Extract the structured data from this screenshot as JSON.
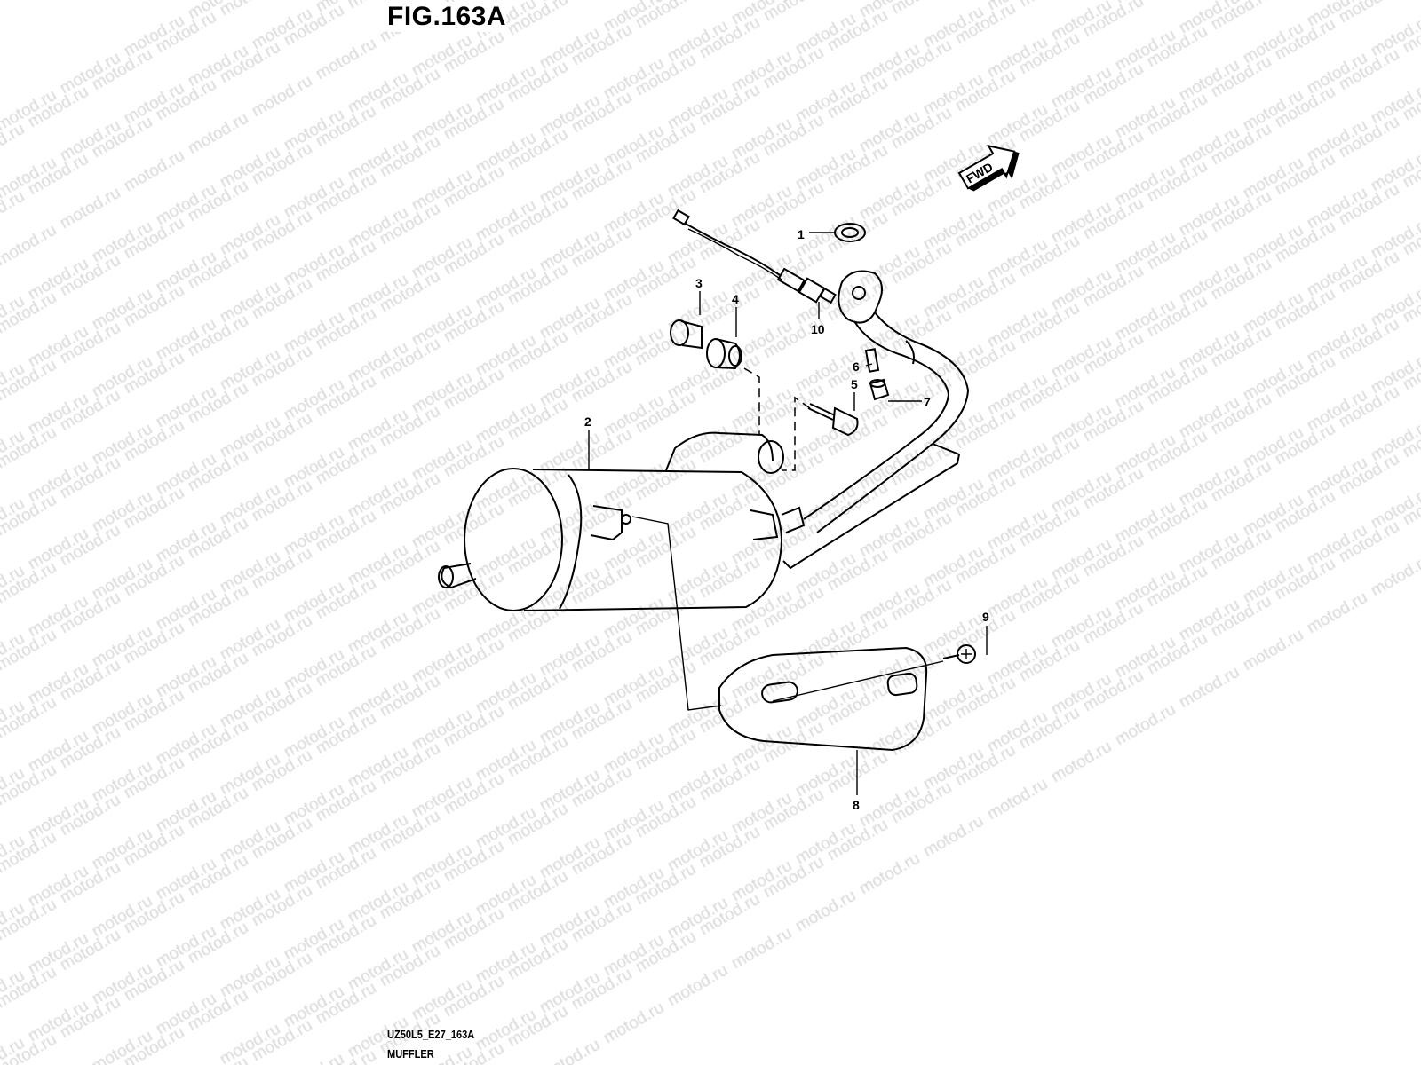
{
  "figure": {
    "title": "FIG.163A",
    "code": "UZ50L5_E27_163A",
    "name": "MUFFLER",
    "direction_label": "FWD",
    "watermark": "motod.ru"
  },
  "callouts": [
    "1",
    "2",
    "3",
    "4",
    "5",
    "6",
    "7",
    "8",
    "9",
    "10"
  ]
}
